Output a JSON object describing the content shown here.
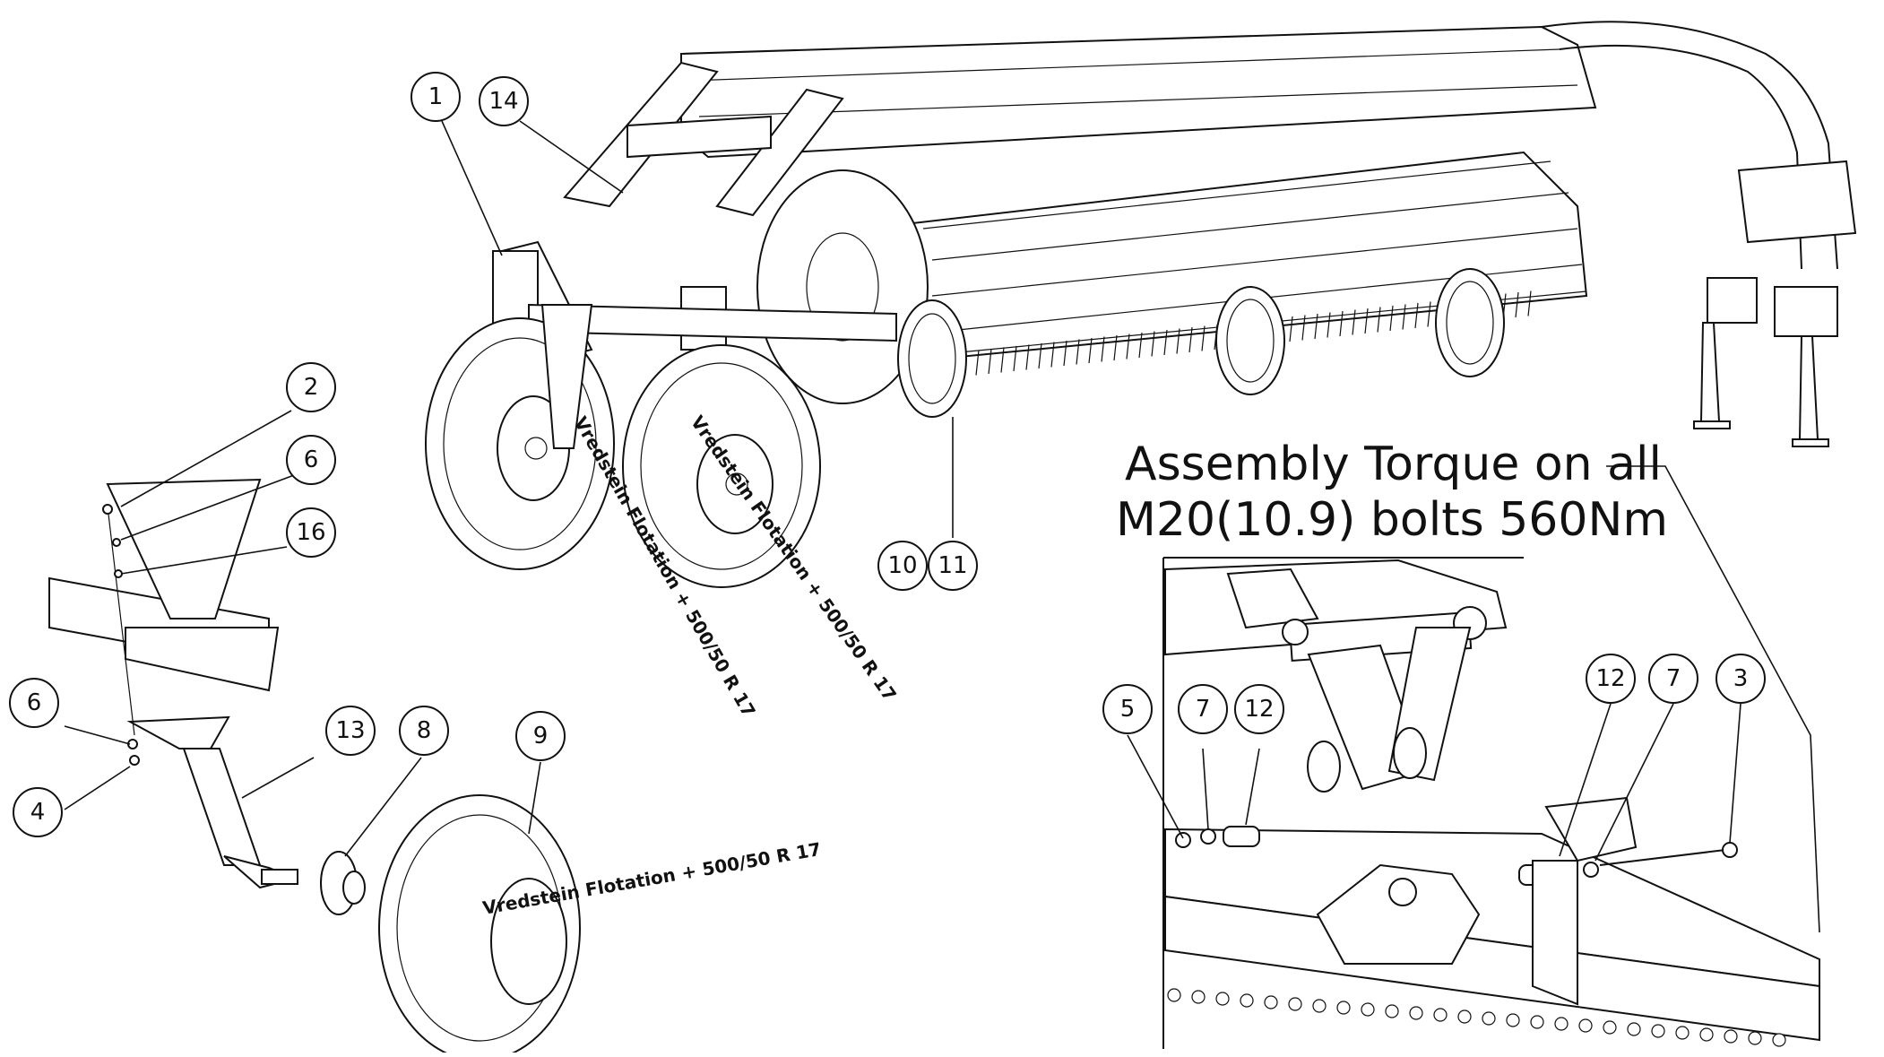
{
  "note": {
    "line1": "Assembly Torque on all",
    "line2": "M20(10.9) bolts 560Nm"
  },
  "tyre_label": "Vredstein Flotation + 500/50 R 17",
  "callouts": {
    "c1": "1",
    "c14": "14",
    "c2": "2",
    "c6a": "6",
    "c16": "16",
    "c6b": "6",
    "c4": "4",
    "c13": "13",
    "c8": "8",
    "c9": "9",
    "c10": "10",
    "c11": "11",
    "c5": "5",
    "c7a": "7",
    "c12a": "12",
    "c12b": "12",
    "c7b": "7",
    "c3": "3"
  }
}
